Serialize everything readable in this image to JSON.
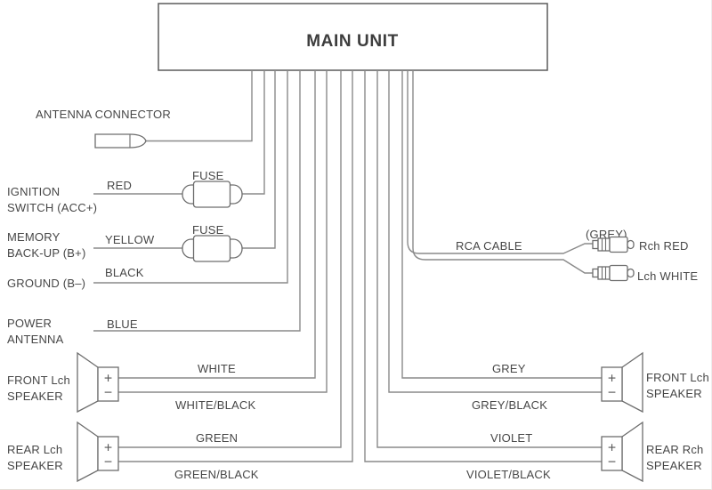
{
  "main_unit_label": "MAIN UNIT",
  "antenna": {
    "label": "ANTENNA CONNECTOR"
  },
  "connections": [
    {
      "device_line1": "IGNITION",
      "device_line2": "SWITCH (ACC+)",
      "wire": "RED",
      "fuse": "FUSE"
    },
    {
      "device_line1": "MEMORY",
      "device_line2": "BACK-UP (B+)",
      "wire": "YELLOW",
      "fuse": "FUSE"
    },
    {
      "device_line1": "GROUND (B–)",
      "device_line2": "",
      "wire": "BLACK",
      "fuse": ""
    },
    {
      "device_line1": "POWER",
      "device_line2": "ANTENNA",
      "wire": "BLUE",
      "fuse": ""
    }
  ],
  "speakers": [
    {
      "name_line1": "FRONT Lch",
      "name_line2": "SPEAKER",
      "plus_wire": "WHITE",
      "minus_wire": "WHITE/BLACK",
      "plus": "+",
      "minus": "−",
      "side": "left"
    },
    {
      "name_line1": "REAR Lch",
      "name_line2": "SPEAKER",
      "plus_wire": "GREEN",
      "minus_wire": "GREEN/BLACK",
      "plus": "+",
      "minus": "−",
      "side": "left"
    },
    {
      "name_line1": "FRONT Lch",
      "name_line2": "SPEAKER",
      "plus_wire": "GREY",
      "minus_wire": "GREY/BLACK",
      "plus": "+",
      "minus": "−",
      "side": "right"
    },
    {
      "name_line1": "REAR Rch",
      "name_line2": "SPEAKER",
      "plus_wire": "VIOLET",
      "minus_wire": "VIOLET/BLACK",
      "plus": "+",
      "minus": "−",
      "side": "right"
    }
  ],
  "rca": {
    "label": "RCA CABLE",
    "jack_note": "(GREY)",
    "rch": "Rch RED",
    "lch": "Lch WHITE"
  },
  "colors": {
    "wire_line": "#8a8a8a",
    "outline": "#6d6d6d",
    "text": "#474747",
    "background": "#ffffff"
  }
}
